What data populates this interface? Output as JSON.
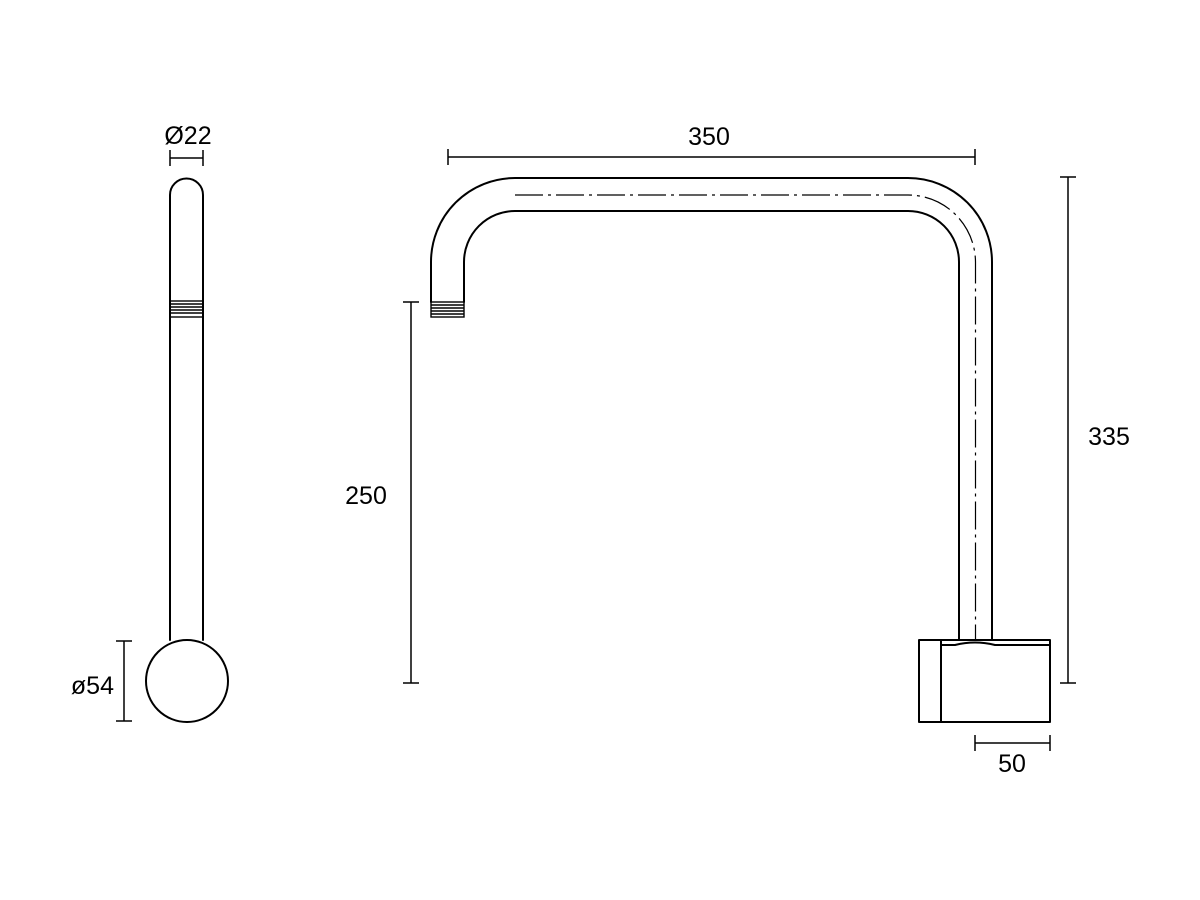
{
  "side_view": {
    "pipe_diameter_label": "Ø22",
    "base_diameter_label": "ø54"
  },
  "front_view": {
    "width_label": "350",
    "drop_height_label": "250",
    "total_height_label": "335",
    "base_depth_label": "50"
  }
}
